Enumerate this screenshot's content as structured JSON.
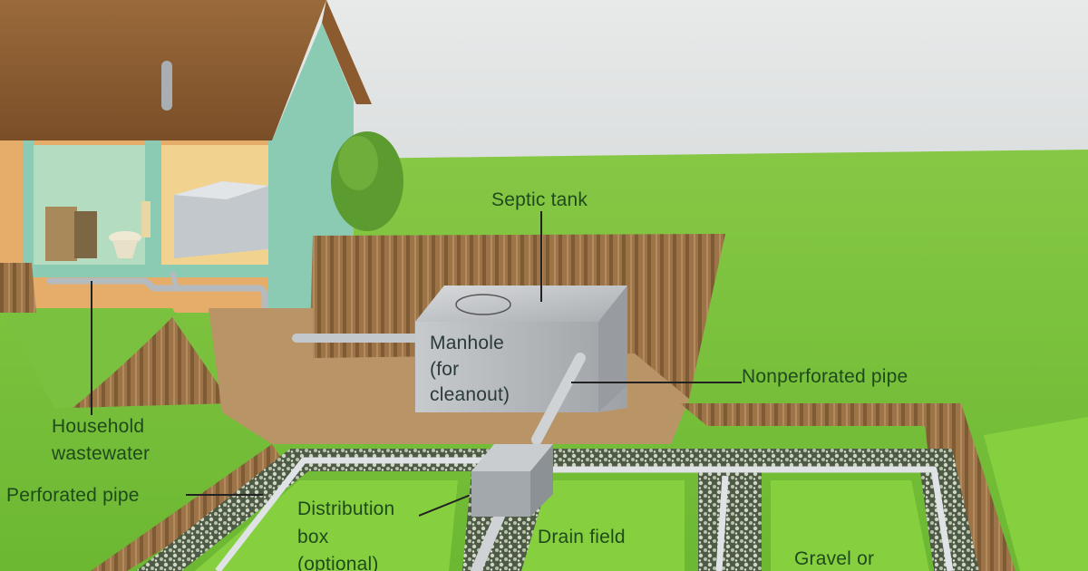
{
  "diagram": {
    "subject": "Septic system",
    "labels": {
      "septic_tank": "Septic tank",
      "manhole_line1": "Manhole",
      "manhole_line2": "(for",
      "manhole_line3": "cleanout)",
      "nonperforated_pipe": "Nonperforated pipe",
      "household_line1": "Household",
      "household_line2": "wastewater",
      "perforated_pipe": "Perforated pipe",
      "distribution_line1": "Distribution",
      "distribution_line2": "box",
      "distribution_line3": "(optional)",
      "drain_field": "Drain field",
      "gravel": "Gravel or"
    },
    "colors": {
      "sky": "#e4e7e7",
      "grass": "#7cc43a",
      "grass_light": "#8fd040",
      "soil": "#a07a4e",
      "roof": "#8a5a30",
      "house_wall": "#8fcbb4",
      "pipe": "#c8ccd0",
      "tank": "#b8bcc0",
      "label_text": "#1f4a1c"
    }
  }
}
